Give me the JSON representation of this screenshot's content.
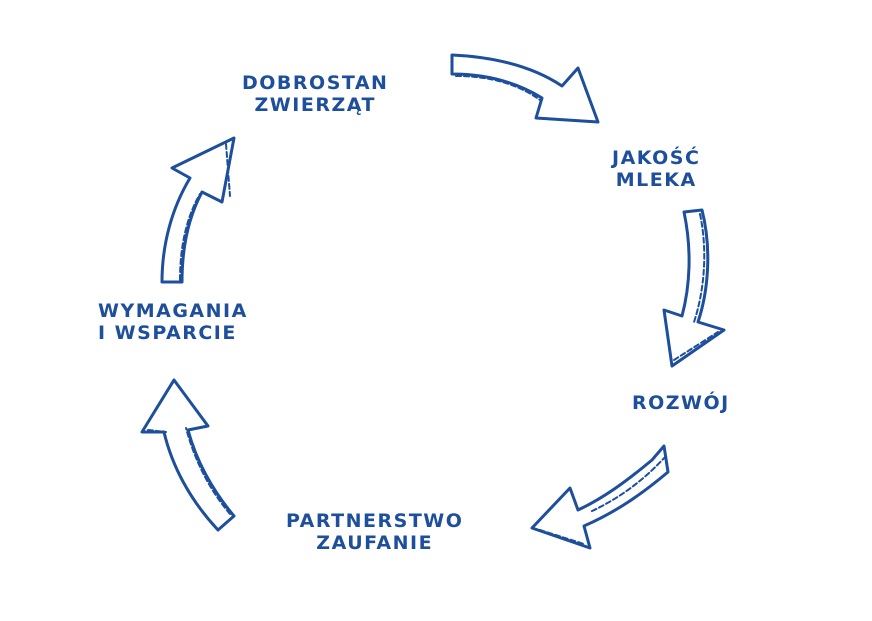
{
  "colors": {
    "ink": "#1d4f9c",
    "fill": "#ffffff"
  },
  "nodes": [
    {
      "id": "dobrostan",
      "lines": [
        "Dobrostan",
        "zwierząt"
      ]
    },
    {
      "id": "jakosc",
      "lines": [
        "Jakość",
        "mleka"
      ]
    },
    {
      "id": "rozwoj",
      "lines": [
        "Rozwój"
      ]
    },
    {
      "id": "partnerstwo",
      "lines": [
        "Partnerstwo",
        "zaufanie"
      ]
    },
    {
      "id": "wymagania",
      "lines": [
        "Wymagania",
        "i wsparcie"
      ]
    }
  ],
  "icons": {
    "arrow": "curved-hand-drawn-arrow-icon"
  }
}
